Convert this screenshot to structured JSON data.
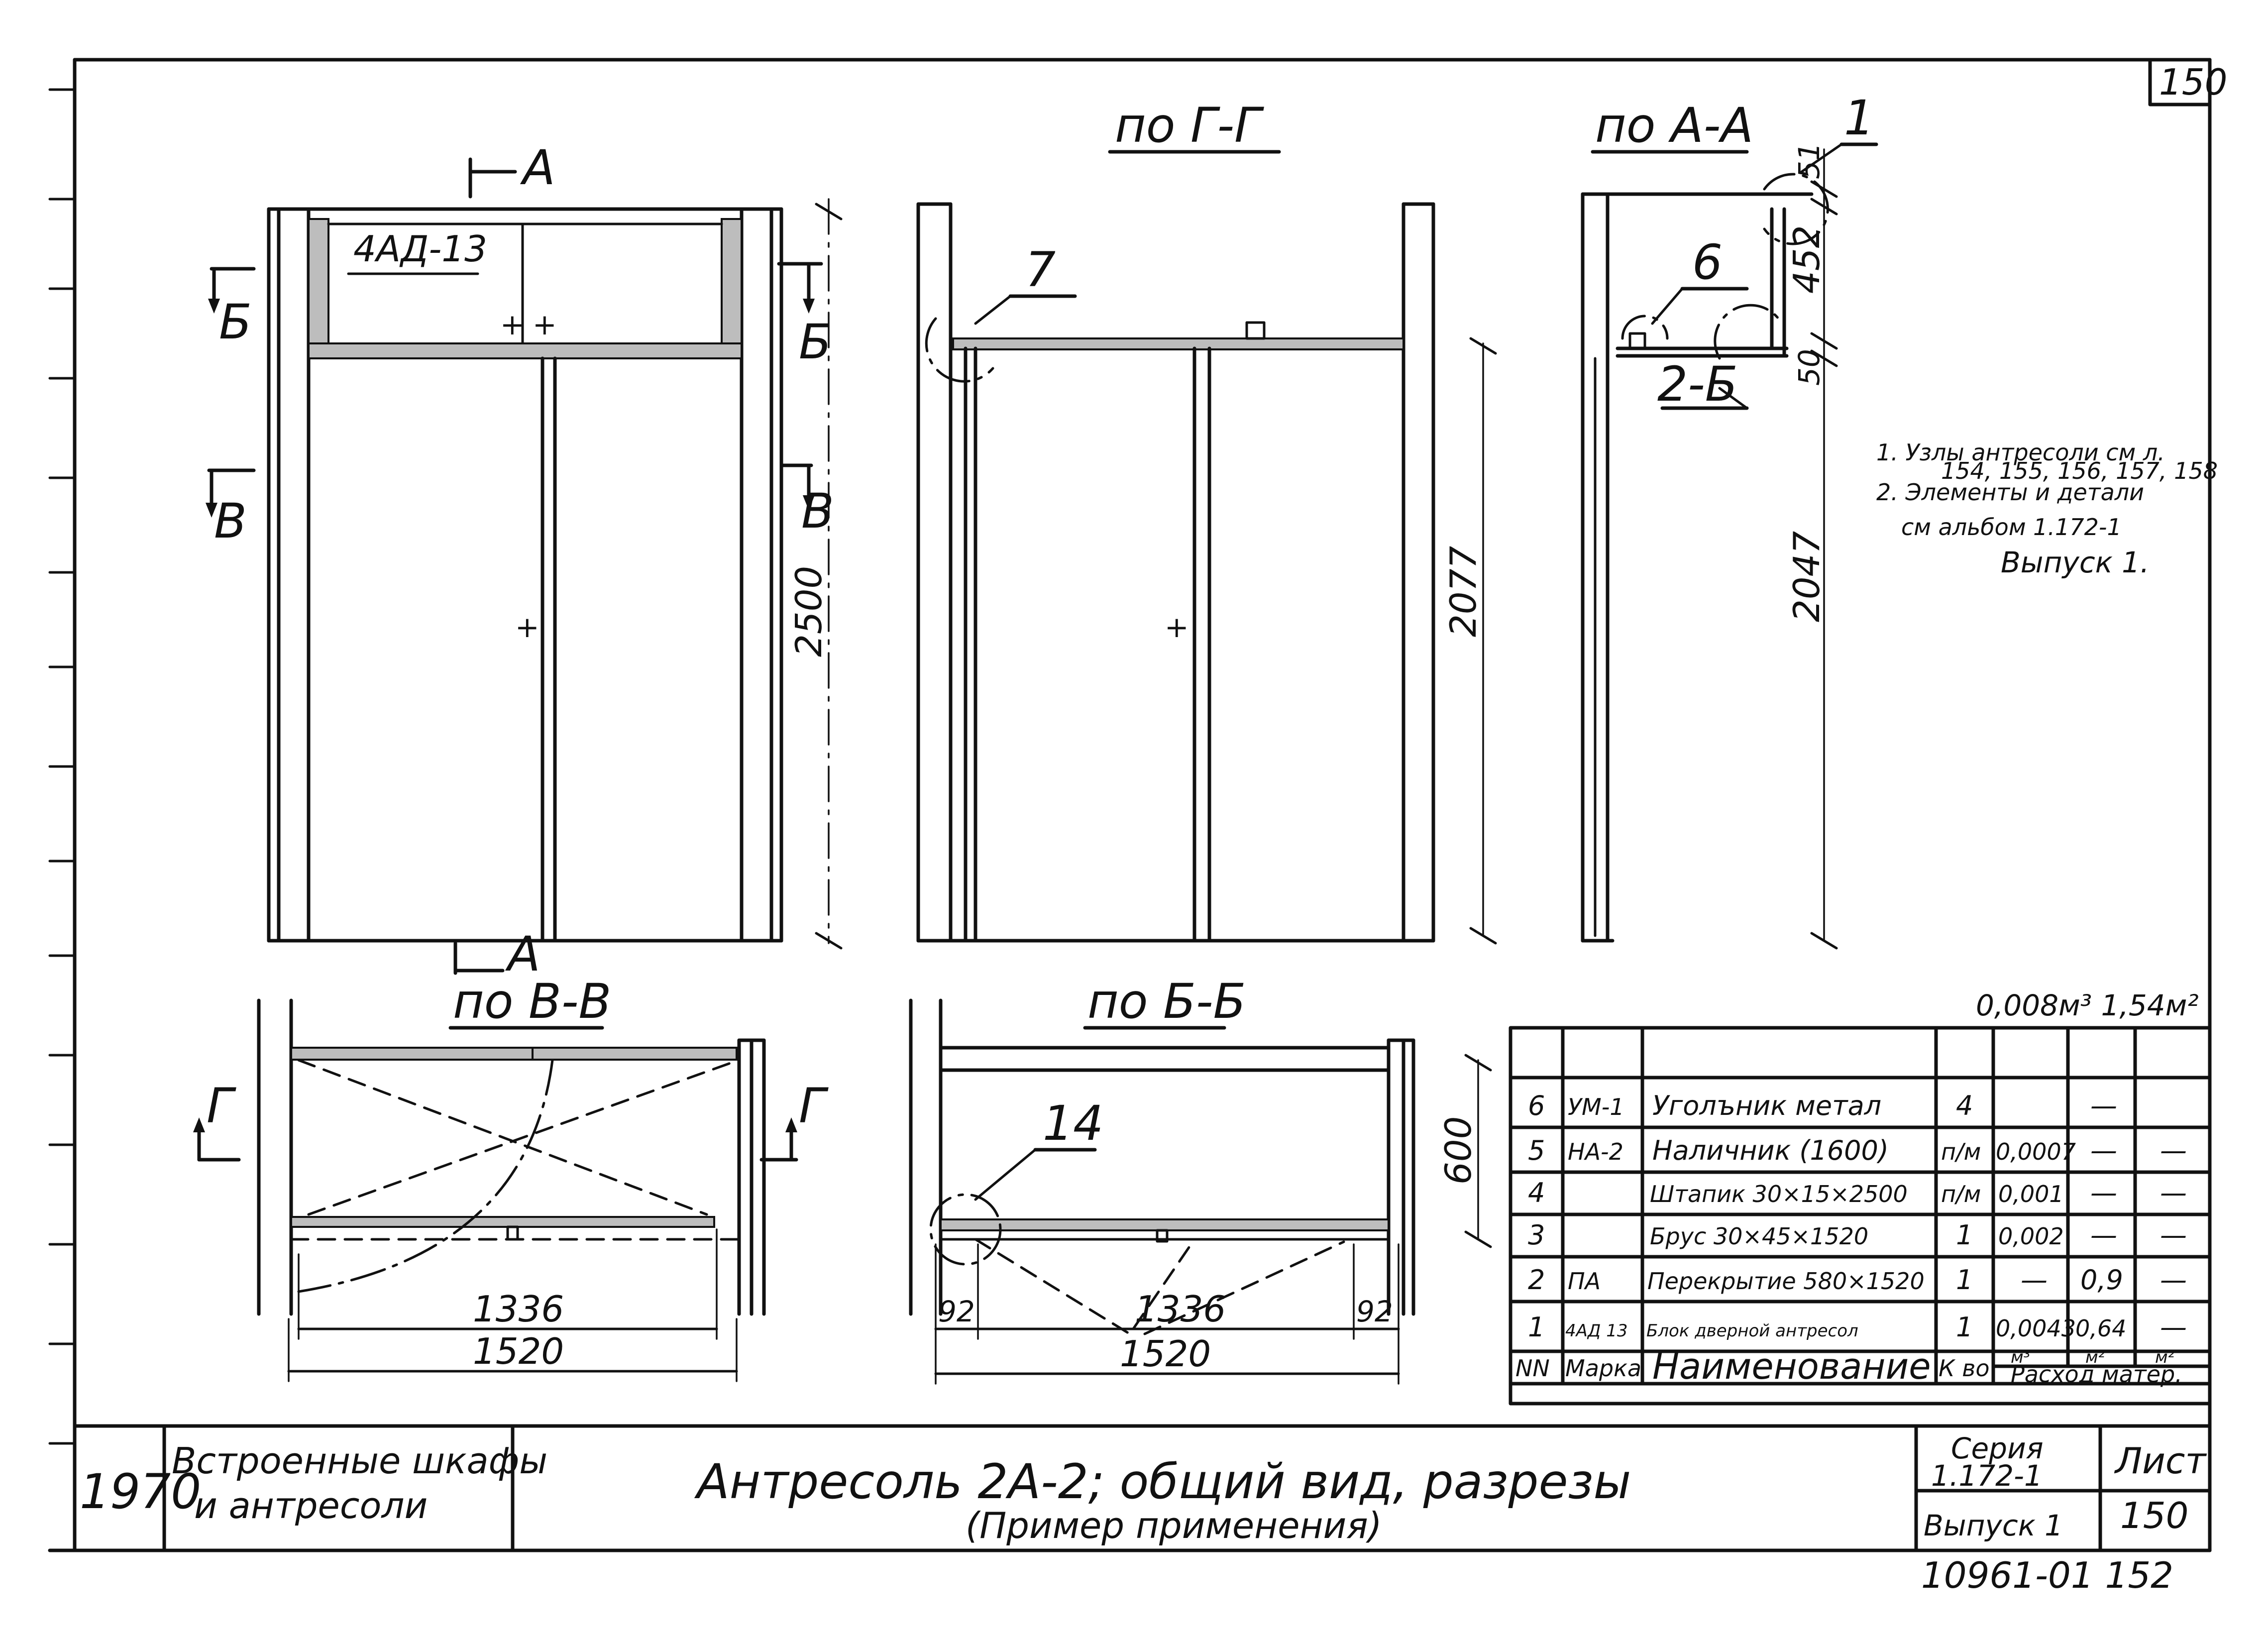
{
  "drawing": {
    "sheet_number_corner": "150",
    "views": {
      "elevation": {
        "marker_a_top": "А",
        "marker_a_bottom": "А",
        "marker_b_left": "Б",
        "marker_b_right": "Б",
        "marker_v_left": "В",
        "marker_v_right": "В",
        "panel_label": "4АД-13",
        "dim_height": "2500"
      },
      "section_gg": {
        "title": "по Г-Г",
        "callout": "7",
        "dim_height": "2077"
      },
      "section_aa": {
        "title": "по А-А",
        "callout_1": "1",
        "callout_6": "6",
        "callout_2b": "2-Б",
        "dim_51": "51",
        "dim_452": "452",
        "dim_50": "50",
        "dim_2047": "2047"
      },
      "section_vv": {
        "title": "по В-В",
        "marker_g_left": "Г",
        "marker_g_right": "Г",
        "dim_inner": "1336",
        "dim_outer": "1520"
      },
      "section_bb": {
        "title": "по Б-Б",
        "callout": "14",
        "dim_depth": "600",
        "dim_left": "92",
        "dim_inner": "1336",
        "dim_right": "92",
        "dim_outer": "1520"
      }
    },
    "notes": [
      "1. Узлы антресоли см л.",
      "154, 155, 156, 157, 158",
      "2. Элементы и детали",
      "см альбом 1.172-1",
      "Выпуск 1."
    ]
  },
  "spec_table": {
    "totals": "0,008м³  1,54м²",
    "headers": [
      "NN",
      "Марка",
      "Наименование",
      "К во",
      "м³",
      "м²",
      "м²"
    ],
    "footer_label": "Расход матер.",
    "rows": [
      {
        "nn": "6",
        "mark": "УМ-1",
        "name": "Уголъник метал",
        "qty": "4",
        "c1": "",
        "c2": "—",
        "c3": ""
      },
      {
        "nn": "5",
        "mark": "НА-2",
        "name": "Наличник (1600)",
        "qty": "п/м",
        "c1": "0,0007",
        "c2": "—",
        "c3": "—"
      },
      {
        "nn": "4",
        "mark": "",
        "name": "Штапик 30×15×2500",
        "qty": "п/м",
        "c1": "0,001",
        "c2": "—",
        "c3": "—"
      },
      {
        "nn": "3",
        "mark": "",
        "name": "Брус 30×45×1520",
        "qty": "1",
        "c1": "0,002",
        "c2": "—",
        "c3": "—"
      },
      {
        "nn": "2",
        "mark": "ПА",
        "name": "Перекрытие 580×1520",
        "qty": "1",
        "c1": "—",
        "c2": "0,9",
        "c3": "—"
      },
      {
        "nn": "1",
        "mark": "4АД 13",
        "name": "Блок дверной антресол",
        "qty": "1",
        "c1": "0,0043",
        "c2": "0,64",
        "c3": "—"
      }
    ]
  },
  "title_block": {
    "year": "1970",
    "category_line1": "Встроенные шкафы",
    "category_line2": "и антресоли",
    "title": "Антресоль 2А-2;  общий вид, разрезы",
    "subtitle": "(Пример применения)",
    "series_label": "Серия",
    "series_value": "1.172-1",
    "issue": "Выпуск 1",
    "sheet_label": "Лист",
    "sheet_value": "150",
    "stamp": "10961-01   152"
  }
}
